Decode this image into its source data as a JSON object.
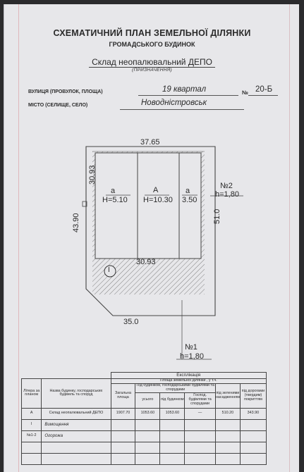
{
  "header": {
    "title": "СХЕМАТИЧНИЙ ПЛАН ЗЕМЕЛЬНОЇ ДІЛЯНКИ",
    "subtitle": "ГРОМАДСЬКОГО БУДИНОК",
    "composition": "Склад неопалювальний ДЕПО",
    "purpose_label": "(ПРИЗНАЧЕННЯ)"
  },
  "address": {
    "street_label": "ВУЛИЦЯ (ПРОВУЛОК, ПЛОЩА)",
    "street_value": "19 квартал",
    "number_label": "№",
    "number_value": "20-Б",
    "city_label": "МІСТО (СЕЛИЩЕ, СЕЛО)",
    "city_value": "Новодністровськ"
  },
  "plan": {
    "top_length": "37.65",
    "left_length": "43.90",
    "right_length": "51.0",
    "bottom_length": "35.0",
    "inner_left": "30.93",
    "inner_bottom": "30.93",
    "room_a1": "а",
    "room_a1_height": "Н=5.10",
    "room_A": "А",
    "room_A_height": "Н=10.30",
    "room_a2": "а",
    "room_a2_height": "3.50",
    "marker": "І",
    "fence1": "№1",
    "fence1_height": "h=1,80",
    "fence2": "№2",
    "fence2_height": "h=1,80"
  },
  "explication": {
    "title": "Експлікація",
    "group_area": "Площа земельної ділянки , у т.ч.",
    "group_buildings": "Під будинком, господарськими будівлями та спорудами",
    "col_liter": "Літера за планом",
    "col_name": "Назва будинку, господарських будівель та споруд",
    "col_total": "Загальна площа",
    "col_total_sub": "усього",
    "col_under_house": "під будинком",
    "col_outbuildings": "Господ. будівлями та спорудами",
    "col_green": "під зеленими насадженнями",
    "col_roads": "під дорогами (твердим) покриттям",
    "rows": [
      {
        "liter": "А",
        "name": "Склад неопалювальний ДЕПО",
        "total": "1907.70",
        "sub": "1053.60",
        "house": "1053.60",
        "outbuild": "—",
        "green": "510.20",
        "roads": "343.90"
      },
      {
        "liter": "І",
        "name": "Вимощення",
        "total": "",
        "sub": "",
        "house": "",
        "outbuild": "",
        "green": "",
        "roads": ""
      },
      {
        "liter": "№1-2",
        "name": "Огорожа",
        "total": "",
        "sub": "",
        "house": "",
        "outbuild": "",
        "green": "",
        "roads": ""
      }
    ]
  }
}
